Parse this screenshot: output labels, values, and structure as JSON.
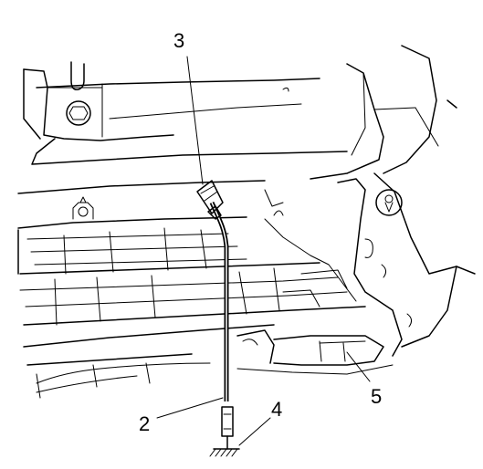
{
  "callouts": {
    "c2": "2",
    "c3": "3",
    "c4": "4",
    "c5": "5"
  },
  "colors": {
    "line": "#000000",
    "background": "#ffffff"
  }
}
